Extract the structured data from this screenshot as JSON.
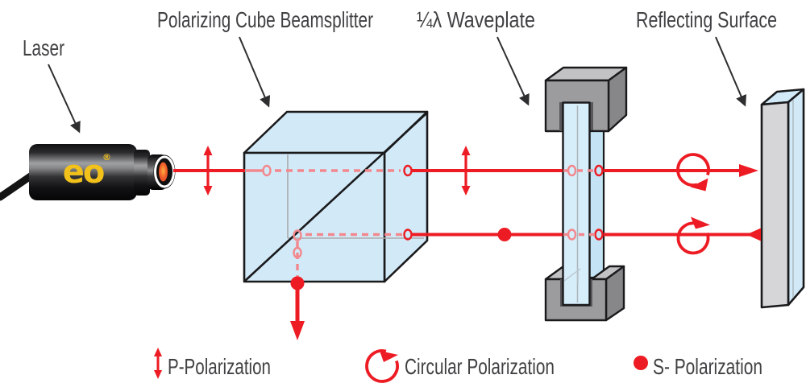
{
  "title_labels": {
    "laser": "Laser",
    "beamsplitter": "Polarizing Cube Beamsplitter",
    "waveplate": "¼λ Waveplate",
    "reflecting_surface": "Reflecting Surface"
  },
  "laser_device": {
    "logo": "eo",
    "registered_mark": "®"
  },
  "legend": {
    "p_polarization": "P-Polarization",
    "circular_polarization": "Circular Polarization",
    "s_polarization": "S- Polarization"
  },
  "colors": {
    "beam_red": "#ED1C24",
    "beam_pink": "#F2888D",
    "glass_blue": "#D2EAF8",
    "mount_gray_front": "#9C9C9E",
    "mount_gray_top": "#C2C2C4",
    "mount_gray_side": "#87878A",
    "mirror_gray": "#D6D6D8",
    "label_gray": "#414143",
    "logo_yellow": "#F2C21B"
  }
}
